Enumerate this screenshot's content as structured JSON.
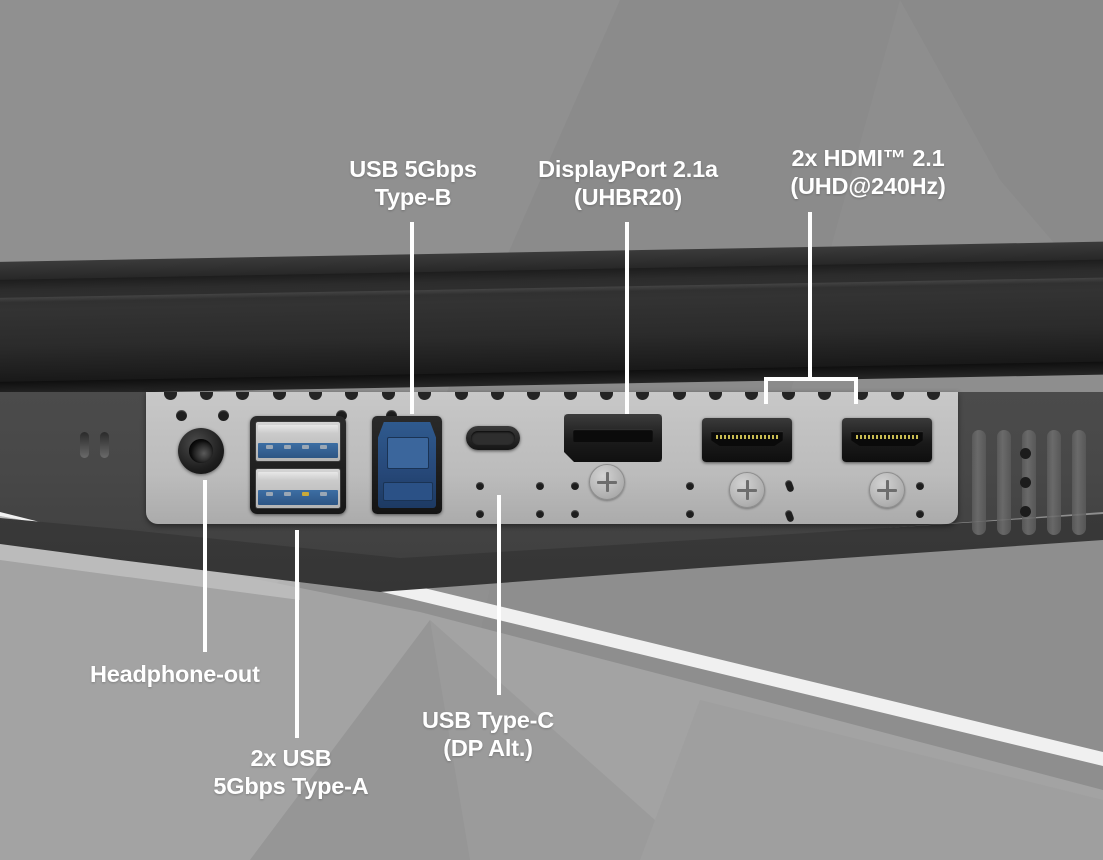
{
  "product": {
    "view": "monitor-rear-io-panel",
    "background_color": "#8e8e8e",
    "label_color": "#ffffff"
  },
  "labels": {
    "usb_b": "USB 5Gbps\nType-B",
    "displayport": "DisplayPort 2.1a\n(UHBR20)",
    "hdmi": "2x HDMI™ 2.1\n(UHD@240Hz)",
    "headphone": "Headphone-out",
    "usb_a": "2x USB\n5Gbps Type-A",
    "usb_c": "USB Type-C\n(DP Alt.)"
  },
  "ports": [
    {
      "id": "headphone-out",
      "name": "Headphone-out",
      "count": 1,
      "color": "#1e1e1e"
    },
    {
      "id": "usb-a",
      "name": "2x USB 5Gbps Type-A",
      "count": 2,
      "color": "#2d5584"
    },
    {
      "id": "usb-b",
      "name": "USB 5Gbps Type-B",
      "count": 1,
      "color": "#27497a"
    },
    {
      "id": "usb-c",
      "name": "USB Type-C (DP Alt.)",
      "count": 1,
      "color": "#2e2e2e"
    },
    {
      "id": "displayport",
      "name": "DisplayPort 2.1a (UHBR20)",
      "count": 1,
      "color": "#101010"
    },
    {
      "id": "hdmi",
      "name": "2x HDMI™ 2.1 (UHD@240Hz)",
      "count": 2,
      "color": "#0e0e0e"
    }
  ],
  "specs": {
    "usb_speed": "5Gbps",
    "displayport_version": "2.1a",
    "displayport_mode": "UHBR20",
    "hdmi_version": "2.1",
    "hdmi_resolution": "UHD",
    "hdmi_refresh": "240Hz",
    "usb_c_mode": "DP Alt."
  }
}
